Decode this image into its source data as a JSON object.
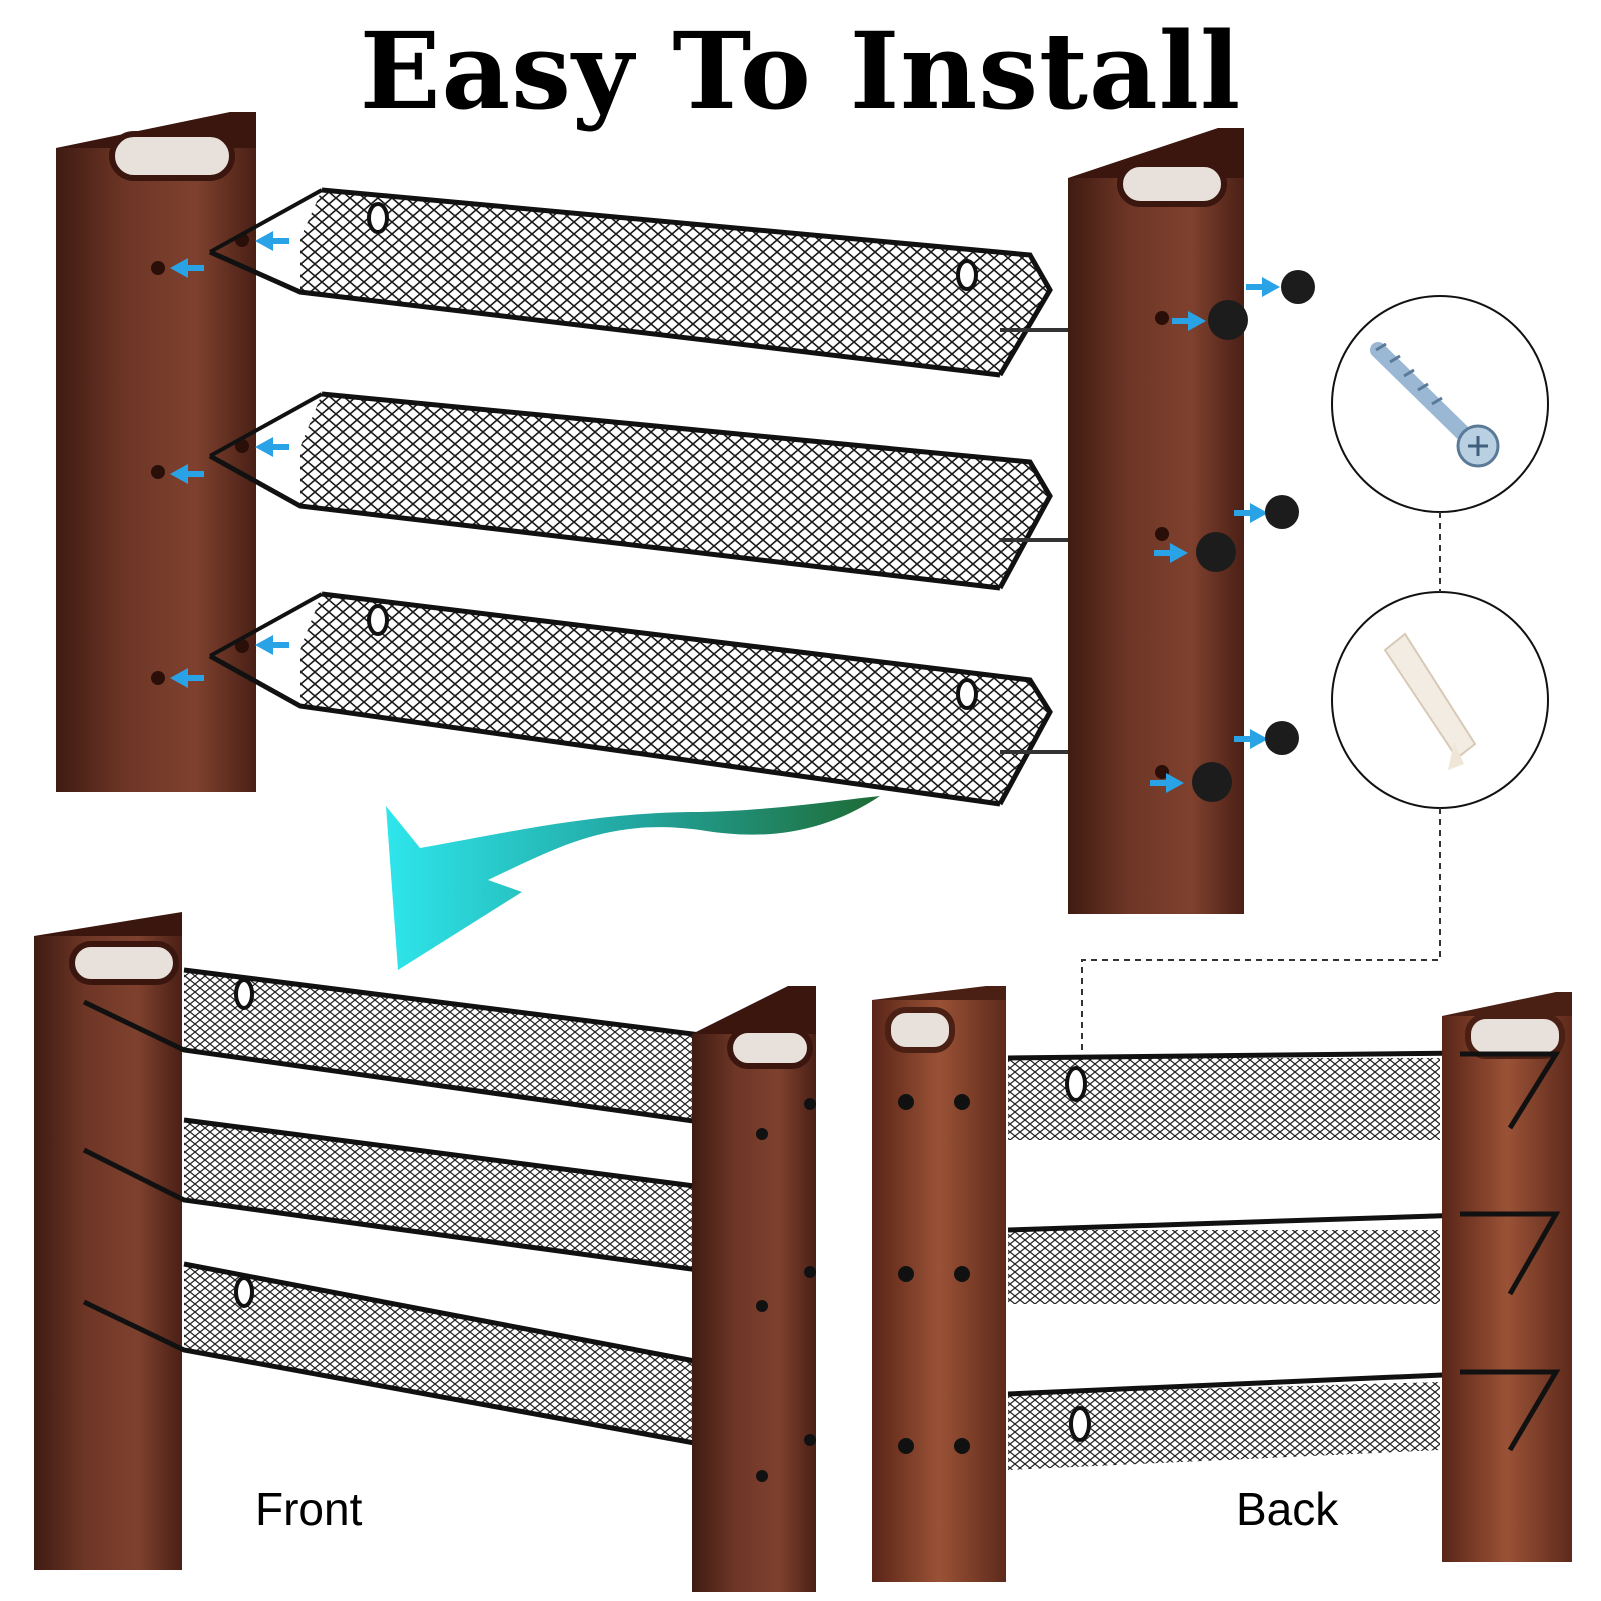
{
  "heading": "Easy To Install",
  "labels": {
    "front": "Front",
    "back": "Back"
  },
  "colors": {
    "wood_dark": "#4e2218",
    "wood_mid": "#6e3626",
    "wood_light": "#8a4a34",
    "metal": "#1a1a1a",
    "arrow_blue": "#29a3e6",
    "arrow_gradient_start": "#2ed8e8",
    "arrow_gradient_end": "#1f7a3a",
    "dashed_line": "#333333"
  },
  "icons": {
    "screw": "screw-icon",
    "anchor": "wall-anchor-icon",
    "cap_nut": "cap-nut-icon",
    "arrow": "direction-arrow-icon"
  }
}
